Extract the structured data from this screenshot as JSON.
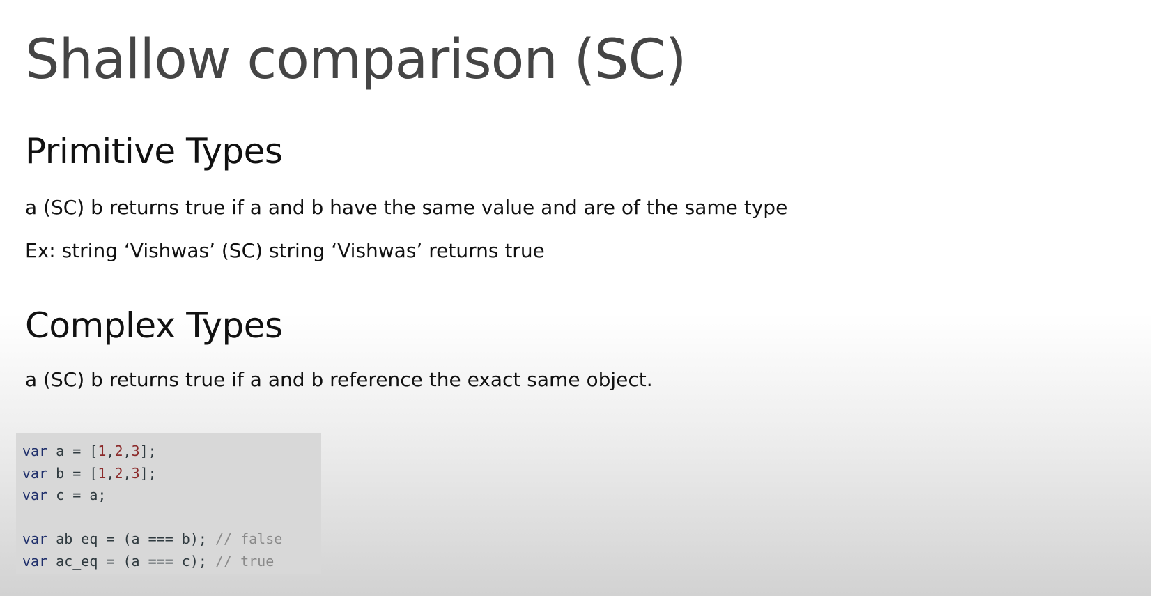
{
  "slide": {
    "title": "Shallow comparison (SC)"
  },
  "primitive": {
    "heading": "Primitive Types",
    "line1": "a (SC) b returns true if a and b have the same value and are of the same type",
    "line2": "Ex: string ‘Vishwas’ (SC) string ‘Vishwas’ returns true"
  },
  "complex": {
    "heading": "Complex Types",
    "line1": "a (SC) b returns true if a and b reference the exact same object."
  },
  "code": {
    "keyword": "var",
    "lines": [
      {
        "rest": " a = [",
        "n1": "1",
        "s1": ",",
        "n2": "2",
        "s2": ",",
        "n3": "3",
        "end": "];"
      },
      {
        "rest": " b = [",
        "n1": "1",
        "s1": ",",
        "n2": "2",
        "s2": ",",
        "n3": "3",
        "end": "];"
      },
      {
        "rest": " c = a;"
      },
      {
        "rest": " ab_eq = (a === b); ",
        "comment": "// false"
      },
      {
        "rest": " ac_eq = (a === c); ",
        "comment": "// true"
      }
    ]
  },
  "colors": {
    "title": "#454545",
    "keyword": "#1f2f6b",
    "number": "#8b2a2a",
    "comment": "#8a8a8a",
    "code_background": "#d8d8d8"
  }
}
